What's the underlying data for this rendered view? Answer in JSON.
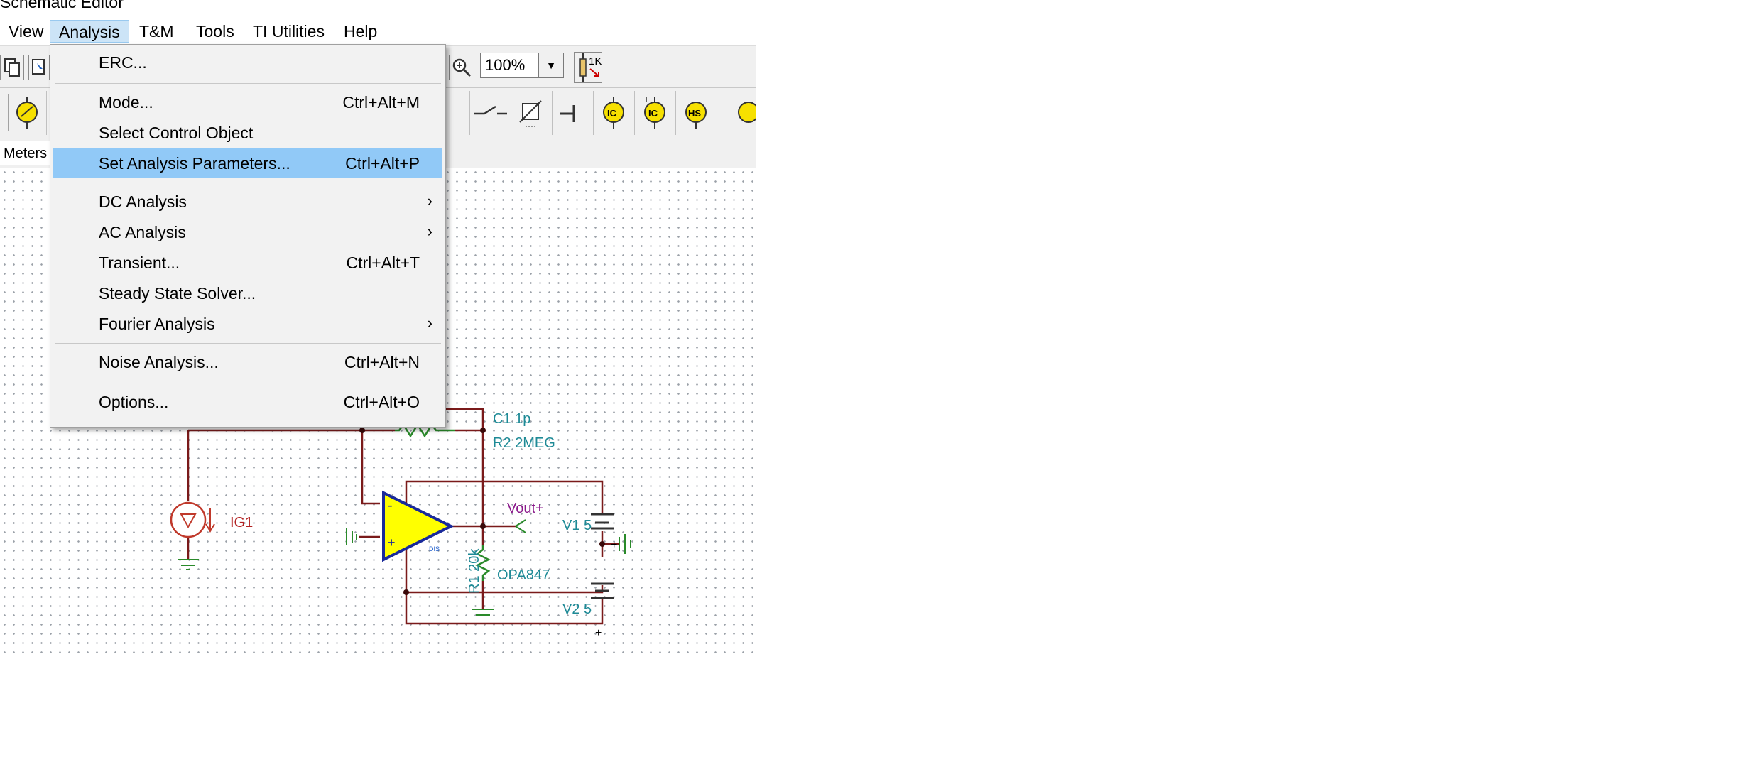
{
  "window": {
    "title": "Schematic Editor"
  },
  "menu_bar": [
    {
      "label": "View"
    },
    {
      "label": "Analysis",
      "active": true
    },
    {
      "label": "T&M"
    },
    {
      "label": "Tools"
    },
    {
      "label": "TI Utilities"
    },
    {
      "label": "Help"
    }
  ],
  "toolbar": {
    "zoom_value": "100%",
    "resistor_label": "1K"
  },
  "tabs": {
    "meters": "Meters"
  },
  "analysis_menu": {
    "items": [
      {
        "label": "ERC...",
        "shortcut": ""
      },
      {
        "label": "Mode...",
        "shortcut": "Ctrl+Alt+M"
      },
      {
        "label": "Select Control Object",
        "shortcut": ""
      },
      {
        "label": "Set Analysis Parameters...",
        "shortcut": "Ctrl+Alt+P",
        "highlighted": true
      },
      {
        "label": "DC Analysis",
        "submenu": true
      },
      {
        "label": "AC Analysis",
        "submenu": true
      },
      {
        "label": "Transient...",
        "shortcut": "Ctrl+Alt+T"
      },
      {
        "label": "Steady State Solver...",
        "shortcut": ""
      },
      {
        "label": "Fourier Analysis",
        "submenu": true
      },
      {
        "label": "Noise Analysis...",
        "shortcut": "Ctrl+Alt+N"
      },
      {
        "label": "Options...",
        "shortcut": "Ctrl+Alt+O"
      }
    ],
    "submenu_arrow": "›"
  },
  "schematic": {
    "labels": {
      "c1": "C1 1p",
      "r2": "R2 2MEG",
      "ig1": "IG1",
      "vout": "Vout+",
      "v1": "V1 5",
      "v2": "V2 5",
      "r1": "R1 20k",
      "opamp": "OPA847",
      "minus": "-",
      "plus": "+",
      "v1_plus": "+",
      "v2_plus": "+",
      "opamp_tag": "DIS"
    }
  },
  "colors": {
    "wire": "#7a1a1a",
    "component_label": "#1e8a96",
    "vout_label": "#8b1a8b",
    "ig1_label": "#b22222",
    "opamp_fill": "#ffff00",
    "opamp_stroke": "#1a2a9a",
    "resistor": "#2a8a2a",
    "highlight": "#91c9f7",
    "icon_yellow": "#f6e000"
  }
}
